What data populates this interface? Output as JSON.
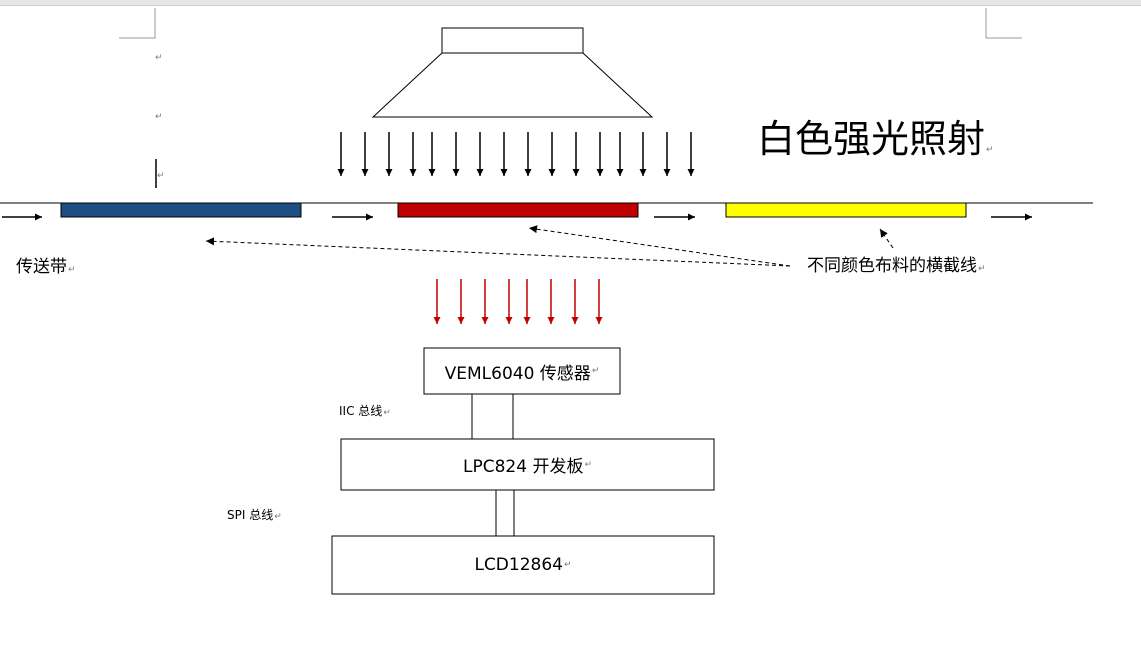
{
  "labels": {
    "light_title": "白色强光照射",
    "conveyor": "传送带",
    "fabric_lines": "不同颜色布料的横截线",
    "iic_bus": "IIC 总线",
    "spi_bus": "SPI 总线"
  },
  "boxes": {
    "sensor": "VEML6040 传感器",
    "board": "LPC824 开发板",
    "lcd": "LCD12864"
  },
  "paragraph_mark": "↵",
  "colors": {
    "fabric_blue": "#1f4e85",
    "fabric_red": "#c00000",
    "fabric_yellow": "#ffff00",
    "red_arrows": "#c00000",
    "line": "#000000"
  }
}
